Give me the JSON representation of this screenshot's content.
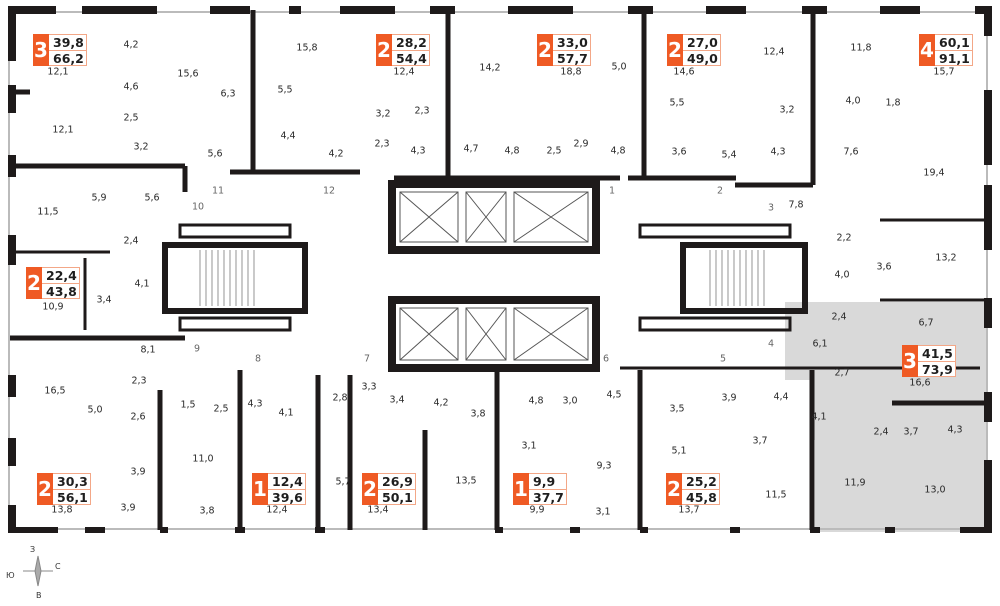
{
  "colors": {
    "accent": "#ef5a24",
    "selected_apartment": "#d9d9d9",
    "wall": "#1e1a1a"
  },
  "apartments": [
    {
      "rooms": "3",
      "living": "39,8",
      "total": "66,2"
    },
    {
      "rooms": "2",
      "living": "28,2",
      "total": "54,4"
    },
    {
      "rooms": "2",
      "living": "33,0",
      "total": "57,7"
    },
    {
      "rooms": "2",
      "living": "27,0",
      "total": "49,0"
    },
    {
      "rooms": "4",
      "living": "60,1",
      "total": "91,1"
    },
    {
      "rooms": "2",
      "living": "22,4",
      "total": "43,8"
    },
    {
      "rooms": "3",
      "living": "41,5",
      "total": "73,9",
      "selected": true
    },
    {
      "rooms": "2",
      "living": "30,3",
      "total": "56,1"
    },
    {
      "rooms": "1",
      "living": "12,4",
      "total": "39,6"
    },
    {
      "rooms": "2",
      "living": "26,9",
      "total": "50,1"
    },
    {
      "rooms": "1",
      "living": "9,9",
      "total": "37,7"
    },
    {
      "rooms": "2",
      "living": "25,2",
      "total": "45,8"
    }
  ],
  "rooms": [
    "4,2",
    "12,1",
    "4,6",
    "15,6",
    "15,8",
    "6,3",
    "5,5",
    "12,4",
    "14,2",
    "18,8",
    "5,0",
    "14,6",
    "12,4",
    "11,8",
    "15,7",
    "2,5",
    "12,1",
    "3,2",
    "5,6",
    "4,4",
    "4,2",
    "3,2",
    "2,3",
    "2,3",
    "4,3",
    "4,7",
    "4,8",
    "2,5",
    "2,9",
    "4,8",
    "5,5",
    "3,6",
    "5,4",
    "3,2",
    "4,3",
    "4,0",
    "1,8",
    "7,6",
    "19,4",
    "5,9",
    "5,6",
    "11,5",
    "2,4",
    "4,1",
    "10,9",
    "3,4",
    "7,8",
    "2,2",
    "4,0",
    "3,6",
    "13,2",
    "2,4",
    "6,7",
    "6,1",
    "2,7",
    "16,6",
    "4,1",
    "2,4",
    "3,7",
    "4,3",
    "11,9",
    "13,0",
    "8,1",
    "16,5",
    "2,3",
    "5,0",
    "1,5",
    "2,5",
    "4,3",
    "4,1",
    "2,8",
    "3,3",
    "3,4",
    "4,2",
    "3,8",
    "2,6",
    "11,0",
    "3,9",
    "5,7",
    "13,5",
    "3,9",
    "3,8",
    "13,8",
    "12,4",
    "13,4",
    "4,8",
    "3,0",
    "4,5",
    "3,5",
    "3,9",
    "4,4",
    "3,1",
    "9,3",
    "5,1",
    "3,7",
    "11,5",
    "9,9",
    "3,1",
    "13,7"
  ],
  "entrances": [
    "1",
    "2",
    "3",
    "4",
    "5",
    "6",
    "7",
    "8",
    "9",
    "10",
    "11",
    "12"
  ],
  "compass": {
    "north": "С",
    "south": "Ю",
    "west": "З",
    "east": "В"
  }
}
